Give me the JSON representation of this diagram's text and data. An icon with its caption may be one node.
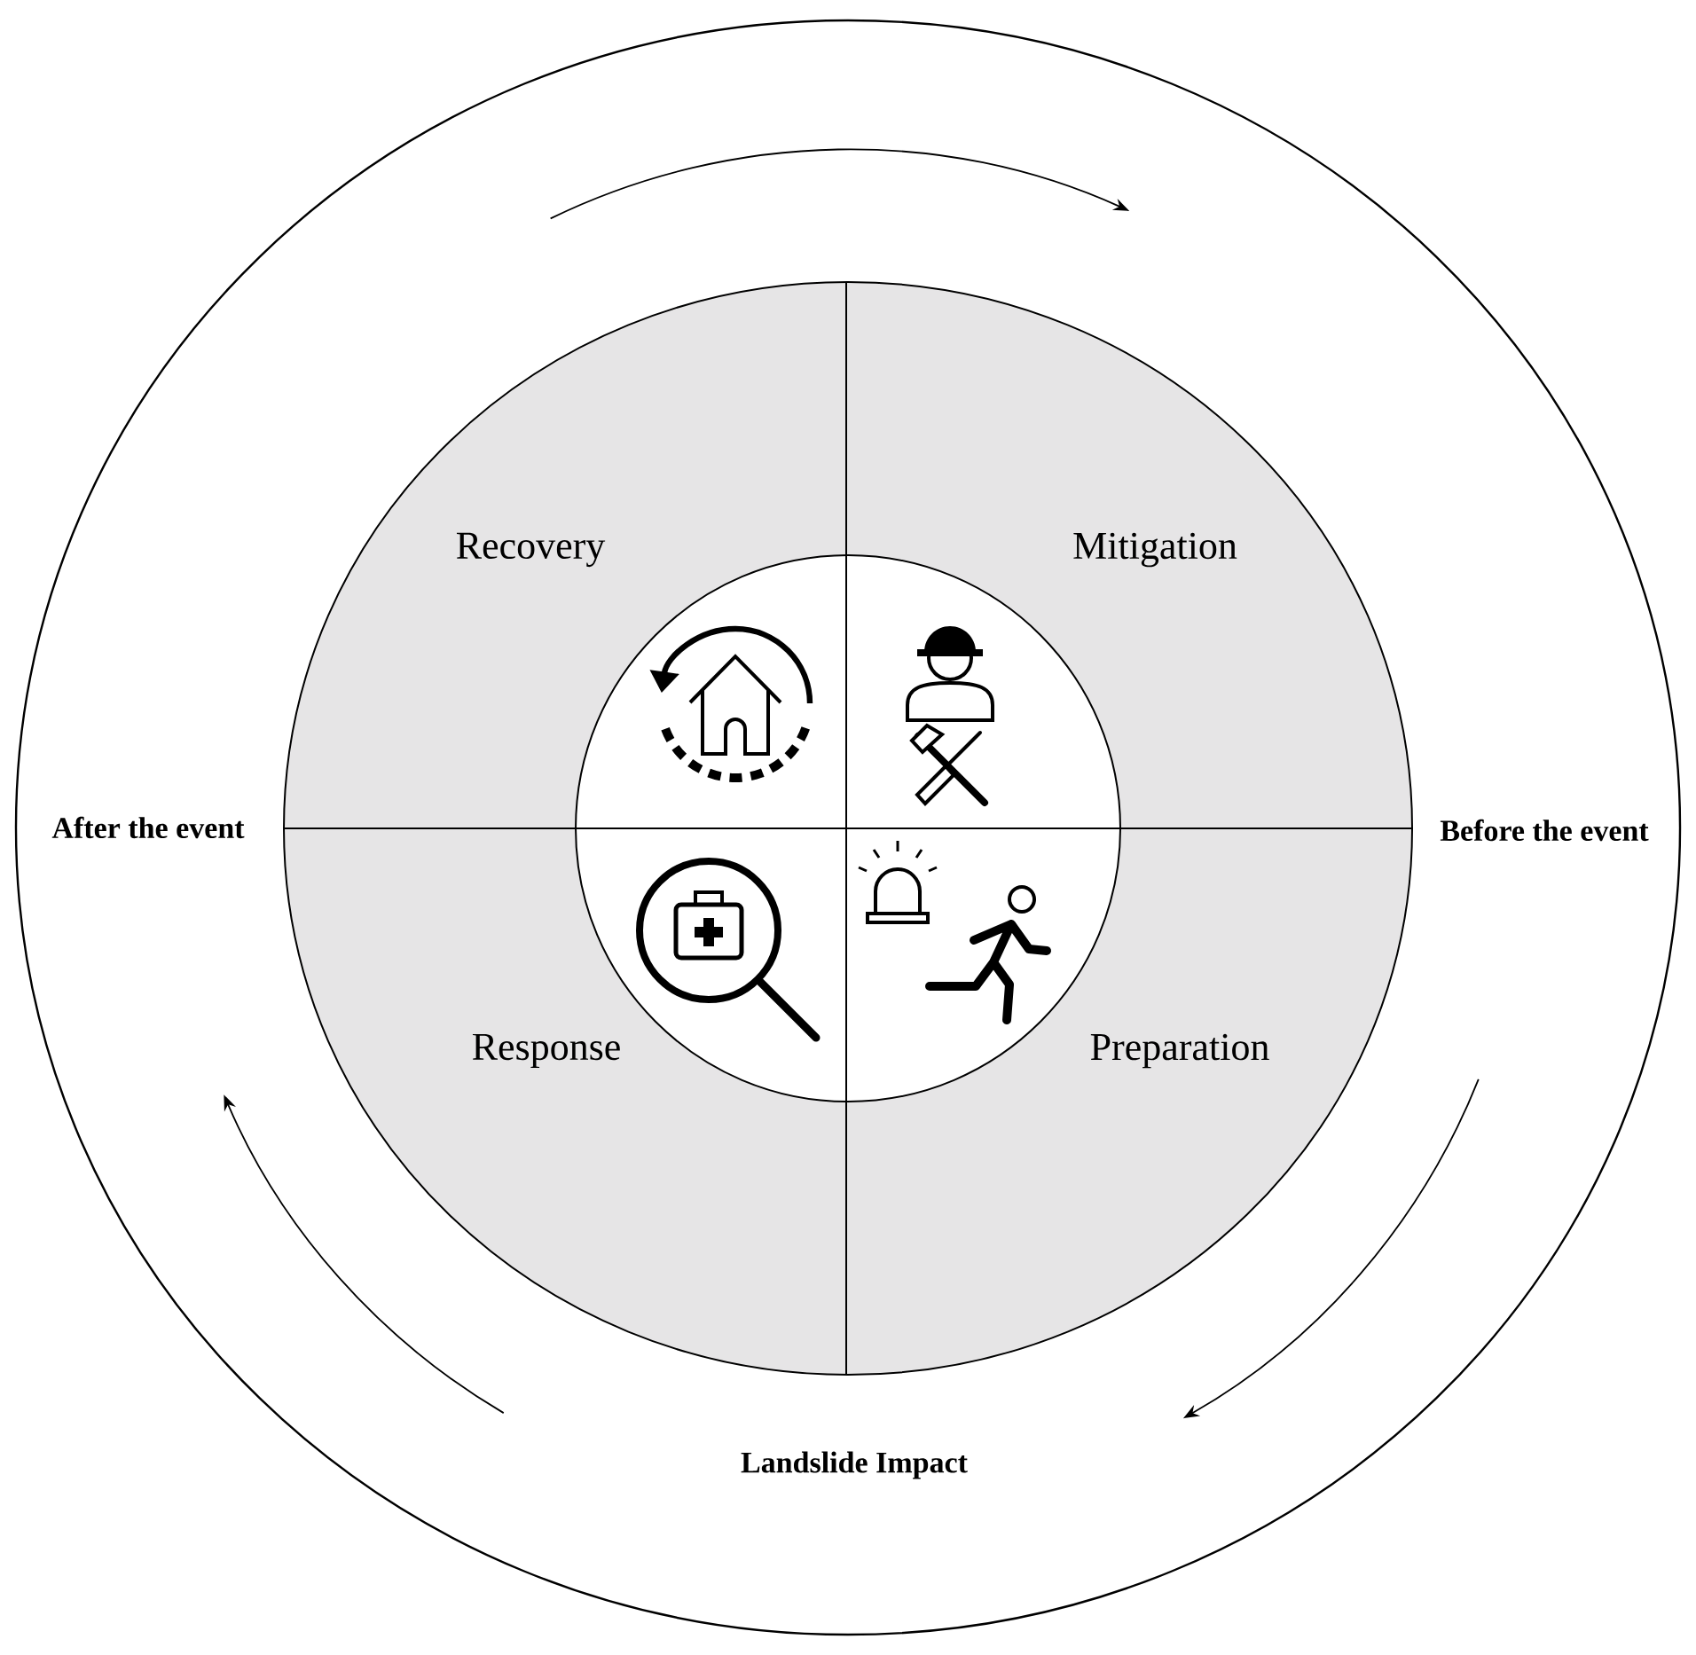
{
  "diagram": {
    "nodes": [
      {
        "text": [
          "Recovery"
        ]
      },
      {
        "text": [
          "Mitigation"
        ]
      },
      {
        "text": [
          "Response"
        ]
      },
      {
        "text": [
          "Preparation"
        ]
      }
    ],
    "labels": [
      "After the event",
      "Before the event",
      "Landslide Impact"
    ]
  }
}
